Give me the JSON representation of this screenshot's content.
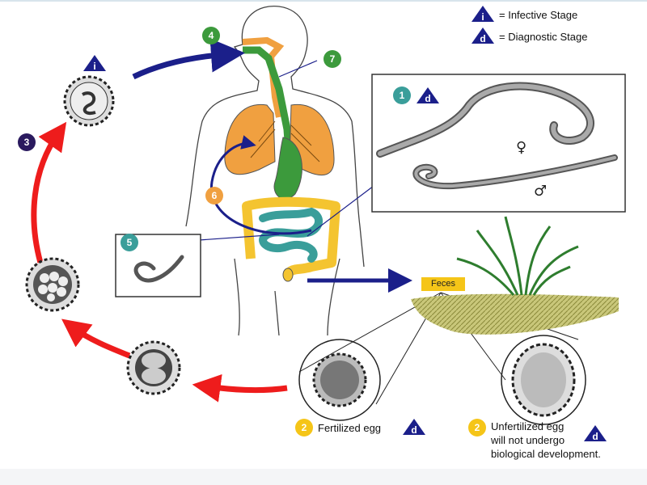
{
  "legend": {
    "infective": {
      "symbol": "i",
      "label": "= Infective Stage"
    },
    "diagnostic": {
      "symbol": "d",
      "label": "= Diagnostic Stage"
    }
  },
  "stages": {
    "s1": "1",
    "s2a": "2",
    "s2b": "2",
    "s3": "3",
    "s4": "4",
    "s5": "5",
    "s6": "6",
    "s7": "7"
  },
  "worm_symbols": {
    "female": "♀",
    "male": "♂"
  },
  "feces_label": "Feces",
  "egg_labels": {
    "fertilized": "Fertilized egg",
    "unfertilized_line1": "Unfertilized egg",
    "unfertilized_line2": "will not undergo",
    "unfertilized_line3": "biological development."
  },
  "colors": {
    "stage_blue": "#1b1f8a",
    "teal": "#3a9e9a",
    "yellow": "#f5c518",
    "green": "#3c9a3c",
    "orange": "#f0a040",
    "purple": "#2a1a5e",
    "red_arrow": "#ee1c1c",
    "lung": "#f0a040",
    "intestine_yellow": "#f4c430",
    "intestine_teal": "#3a9e9a"
  }
}
